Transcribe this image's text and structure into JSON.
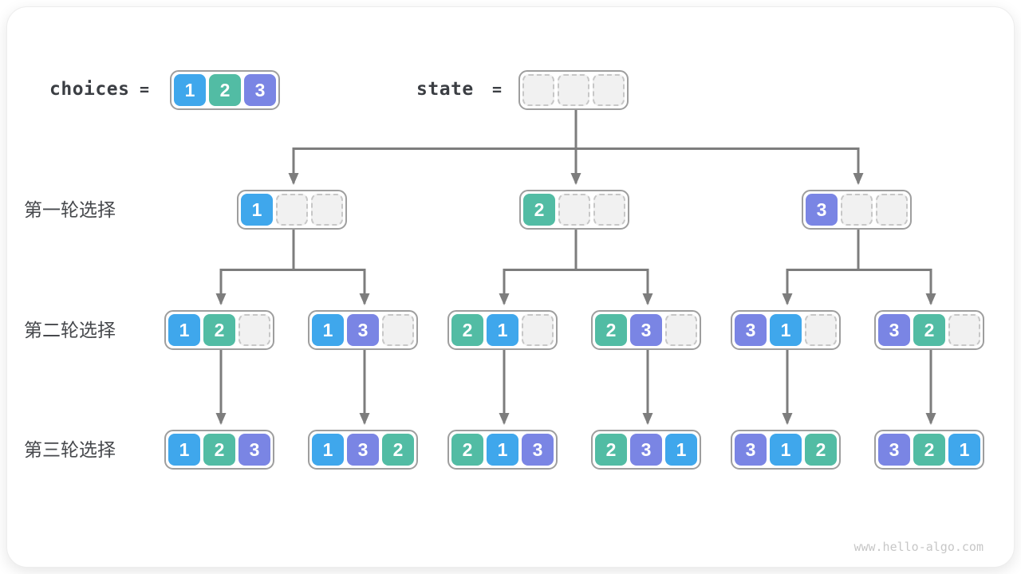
{
  "header": {
    "choices_label": "choices",
    "equals": "=",
    "state_label": "state",
    "choices": [
      "1",
      "2",
      "3"
    ],
    "state": [
      "",
      "",
      ""
    ]
  },
  "row_labels": [
    "第一轮选择",
    "第二轮选择",
    "第三轮选择"
  ],
  "tree": {
    "round1": [
      [
        "1",
        "",
        ""
      ],
      [
        "2",
        "",
        ""
      ],
      [
        "3",
        "",
        ""
      ]
    ],
    "round2": [
      [
        "1",
        "2",
        ""
      ],
      [
        "1",
        "3",
        ""
      ],
      [
        "2",
        "1",
        ""
      ],
      [
        "2",
        "3",
        ""
      ],
      [
        "3",
        "1",
        ""
      ],
      [
        "3",
        "2",
        ""
      ]
    ],
    "round3": [
      [
        "1",
        "2",
        "3"
      ],
      [
        "1",
        "3",
        "2"
      ],
      [
        "2",
        "1",
        "3"
      ],
      [
        "2",
        "3",
        "1"
      ],
      [
        "3",
        "1",
        "2"
      ],
      [
        "3",
        "2",
        "1"
      ]
    ]
  },
  "watermark": "www.hello-algo.com",
  "colors": {
    "value1": "#3FA7EC",
    "value2": "#52BCA4",
    "value3": "#7A85E4",
    "empty_fill": "#F1F1F1",
    "empty_border": "#C7C7C7",
    "container_border": "#9E9E9E",
    "arrow": "#7D7D7D",
    "label_text": "#3B3E43",
    "watermark_text": "#C7C7C7"
  }
}
